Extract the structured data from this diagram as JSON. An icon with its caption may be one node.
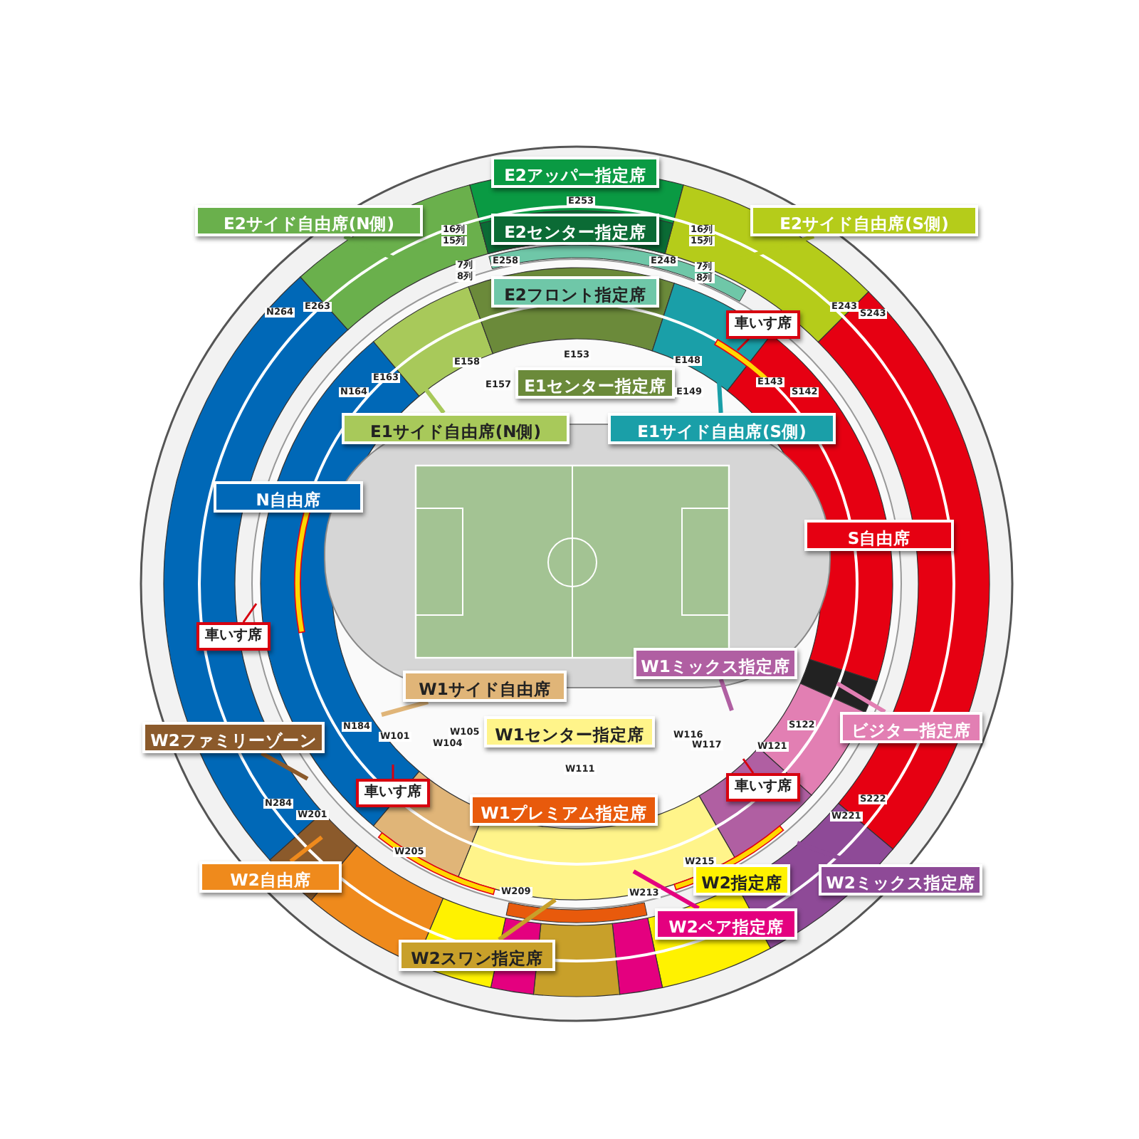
{
  "diagram": {
    "nodes": [
      {
        "text": [
          "E2アッパー指定席"
        ]
      },
      {
        "text": [
          "E2サイド自由席(N側)"
        ]
      },
      {
        "text": [
          "E2センター指定席"
        ]
      },
      {
        "text": [
          "E2サイド自由席(S側)"
        ]
      },
      {
        "text": [
          "E2フロント指定席"
        ]
      },
      {
        "text": [
          "車いす席"
        ]
      },
      {
        "text": [
          "E1センター指定席"
        ]
      },
      {
        "text": [
          "E1サイド自由席(N側)"
        ]
      },
      {
        "text": [
          "E1サイド自由席(S側)"
        ]
      },
      {
        "text": [
          "N自由席"
        ]
      },
      {
        "text": [
          "S自由席"
        ]
      },
      {
        "text": [
          "車いす席"
        ]
      },
      {
        "text": [
          "W1ミックス指定席"
        ]
      },
      {
        "text": [
          "W1サイド自由席"
        ]
      },
      {
        "text": [
          "W1センター指定席"
        ]
      },
      {
        "text": [
          "ビジター指定席"
        ]
      },
      {
        "text": [
          "W2ファミリーゾーン"
        ]
      },
      {
        "text": [
          "車いす席"
        ]
      },
      {
        "text": [
          "車いす席"
        ]
      },
      {
        "text": [
          "W1プレミアム指定席"
        ]
      },
      {
        "text": [
          "W2自由席"
        ]
      },
      {
        "text": [
          "W2指定席"
        ]
      },
      {
        "text": [
          "W2ミックス指定席"
        ]
      },
      {
        "text": [
          "W2ペア指定席"
        ]
      },
      {
        "text": [
          "W2スワン指定席"
        ]
      }
    ],
    "edges": [
      {
        "from": 1,
        "to": null,
        "arrow": "none",
        "color": "#6ab04c"
      },
      {
        "from": 3,
        "to": null,
        "arrow": "none",
        "color": "#b5cc1a"
      },
      {
        "from": 5,
        "to": null,
        "arrow": "none",
        "color": "#d7000f"
      },
      {
        "from": 7,
        "to": null,
        "arrow": "none",
        "color": "#a8c95a"
      },
      {
        "from": 8,
        "to": null,
        "arrow": "none",
        "color": "#1a9fa8"
      },
      {
        "from": 11,
        "to": null,
        "arrow": "none",
        "color": "#d7000f"
      },
      {
        "from": 12,
        "to": null,
        "arrow": "none",
        "color": "#b05fa2"
      },
      {
        "from": 13,
        "to": null,
        "arrow": "none",
        "color": "#e0b578"
      },
      {
        "from": 15,
        "to": null,
        "arrow": "none",
        "color": "#e27fb3"
      },
      {
        "from": 16,
        "to": null,
        "arrow": "none",
        "color": "#8b5a2b"
      },
      {
        "from": 17,
        "to": null,
        "arrow": "none",
        "color": "#d7000f"
      },
      {
        "from": 18,
        "to": null,
        "arrow": "none",
        "color": "#d7000f"
      },
      {
        "from": 20,
        "to": null,
        "arrow": "none",
        "color": "#ef8a1c"
      },
      {
        "from": 22,
        "to": null,
        "arrow": "none",
        "color": "#8e4a97"
      },
      {
        "from": 23,
        "to": null,
        "arrow": "none",
        "color": "#e4007f"
      },
      {
        "from": 24,
        "to": null,
        "arrow": "none",
        "color": "#c8a02a"
      }
    ],
    "labels": [
      "E253",
      "16列",
      "15列",
      "E258",
      "7列",
      "8列",
      "16列",
      "15列",
      "E248",
      "7列",
      "8列",
      "N264",
      "E263",
      "E243",
      "S243",
      "E163",
      "N164",
      "E158",
      "E153",
      "E157",
      "E148",
      "E149",
      "E143",
      "S142",
      "N184",
      "W101",
      "W105",
      "W104",
      "W111",
      "W116",
      "W117",
      "W121",
      "S122",
      "S222",
      "W221",
      "N284",
      "W201",
      "W205",
      "W209",
      "W213",
      "W215"
    ]
  }
}
